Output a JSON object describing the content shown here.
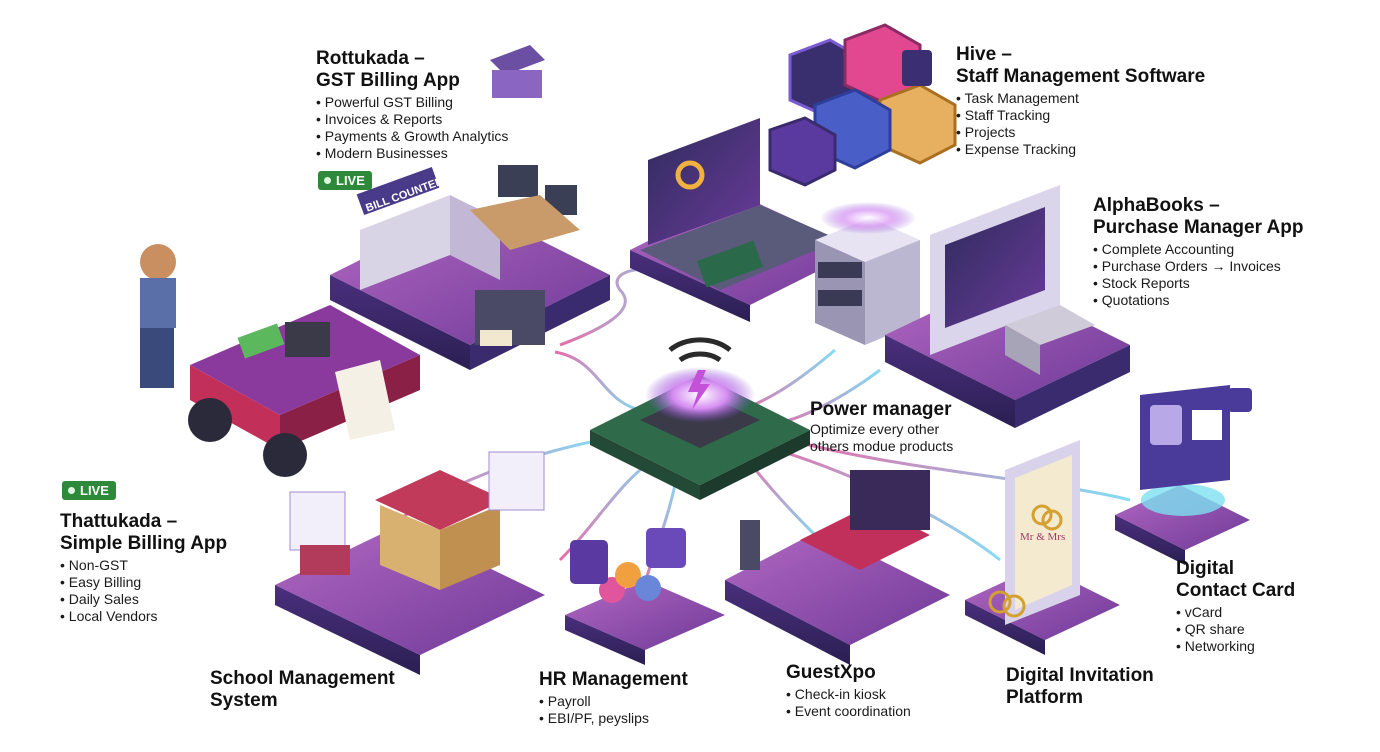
{
  "modules": {
    "rottukada": {
      "title_line1": "Rottukada –",
      "title_line2": "GST Billing App",
      "features": [
        "Powerful GST Billing",
        "Invoices & Reports",
        "Payments & Growth Analytics",
        "Modern Businesses"
      ],
      "badge": "LIVE",
      "scene_sign": "BILL COUNTER"
    },
    "hive": {
      "title_line1": "Hive –",
      "title_line2": "Staff Management Software",
      "features": [
        "Task Management",
        "Staff Tracking",
        "Projects",
        "Expense Tracking"
      ]
    },
    "alphabooks": {
      "title_line1": "AlphaBooks –",
      "title_line2": "Purchase Manager App",
      "features": [
        "Complete Accounting",
        "Purchase Orders → Invoices",
        "Stock Reports",
        "Quotations"
      ]
    },
    "power_manager": {
      "title": "Power manager",
      "subtitle_line1": "Optimize every other",
      "subtitle_line2": "others modue products"
    },
    "thattukada": {
      "badge": "LIVE",
      "title_line1": "Thattukada –",
      "title_line2": "Simple Billing App",
      "features": [
        "Non-GST",
        "Easy Billing",
        "Daily Sales",
        "Local Vendors"
      ]
    },
    "digital_contact_card": {
      "title_line1": "Digital",
      "title_line2": "Contact Card",
      "features": [
        "vCard",
        "QR share",
        "Networking"
      ]
    },
    "school": {
      "title_line1": "School Management",
      "title_line2": "System"
    },
    "hr": {
      "title": "HR Management",
      "features": [
        "Payroll",
        "EBI/PF, peyslips"
      ]
    },
    "guestxpo": {
      "title": "GuestXpo",
      "features": [
        "Check-in kiosk",
        "Event coordination"
      ]
    },
    "invitation": {
      "title_line1": "Digital Invitation",
      "title_line2": "Platform",
      "card_text": "Mr & Mrs"
    }
  },
  "colors": {
    "platform_top": "#8a3a9c",
    "platform_side": "#3a2a6e",
    "accent_pink": "#e0559b",
    "accent_cyan": "#6fd6f2",
    "live_green": "#2e8a3a"
  }
}
